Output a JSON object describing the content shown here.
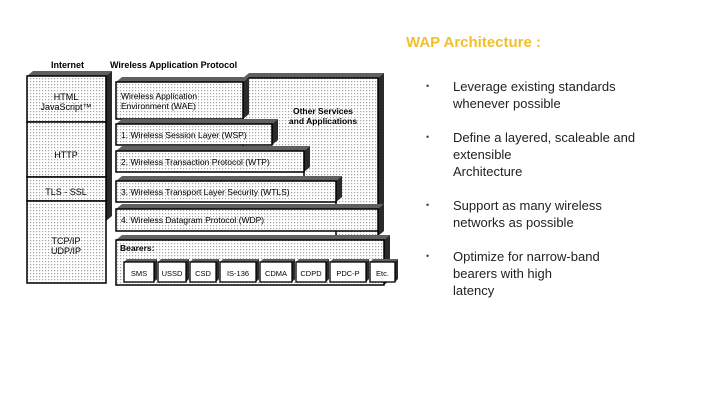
{
  "slide": {
    "title": "WAP Architecture :",
    "bullets": [
      "Leverage existing standards\nwhenever possible",
      "Define a layered, scaleable and\nextensible\nArchitecture",
      "Support as many wireless\nnetworks as possible",
      "Optimize for narrow-band\nbearers with high\nlatency"
    ]
  },
  "diagram": {
    "internet_header": "Internet",
    "wap_header": "Wireless Application Protocol",
    "internet_stack": [
      "HTML",
      "JavaScript™",
      "HTTP",
      "TLS - SSL",
      "TCP/IP",
      "UDP/IP"
    ],
    "wae": [
      "Wireless Application",
      "Environment (WAE)"
    ],
    "other_services": [
      "Other Services",
      "and Applications"
    ],
    "layers": [
      "1. Wireless Session Layer (WSP)",
      "2. Wireless Transaction Protocol (WTP)",
      "3. Wireless Transport Layer Security (WTLS)",
      "4. Wireless Datagram Protocol (WDP)"
    ],
    "bearers_label": "Bearers:",
    "bearers": [
      "SMS",
      "USSD",
      "CSD",
      "IS-136",
      "CDMA",
      "CDPD",
      "PDC-P",
      "Etc."
    ]
  }
}
